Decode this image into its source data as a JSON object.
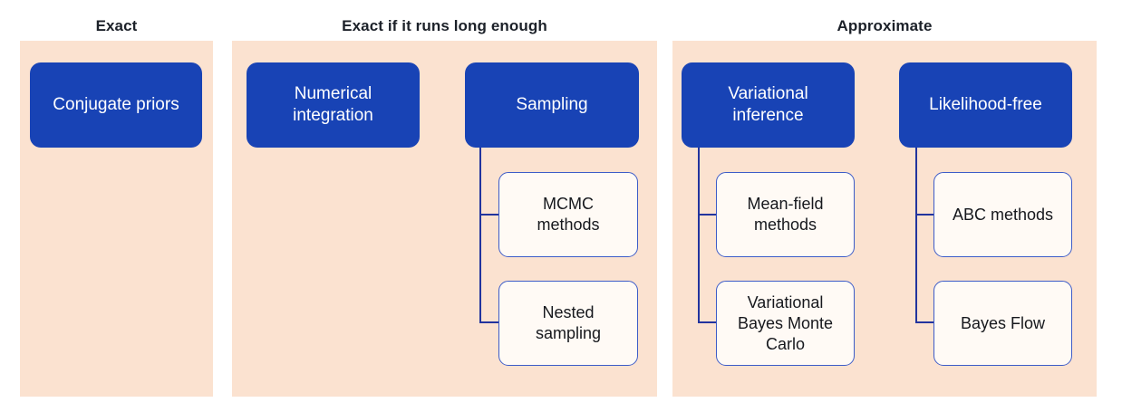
{
  "groups": [
    {
      "label": "Exact",
      "parents": [
        {
          "label": "Conjugate priors",
          "children": []
        }
      ]
    },
    {
      "label": "Exact if it runs long enough",
      "parents": [
        {
          "label": "Numerical\nintegration",
          "children": []
        },
        {
          "label": "Sampling",
          "children": [
            {
              "label": "MCMC\nmethods"
            },
            {
              "label": "Nested\nsampling"
            }
          ]
        }
      ]
    },
    {
      "label": "Approximate",
      "parents": [
        {
          "label": "Variational\ninference",
          "children": [
            {
              "label": "Mean-field\nmethods"
            },
            {
              "label": "Variational\nBayes Monte\nCarlo"
            }
          ]
        },
        {
          "label": "Likelihood-free",
          "children": [
            {
              "label": "ABC methods"
            },
            {
              "label": "Bayes Flow"
            }
          ]
        }
      ]
    }
  ],
  "colors": {
    "panel_background": "#fbe2d0",
    "parent_node_background": "#1843b5",
    "parent_node_text": "#ffffff",
    "child_node_background": "#fffaf5",
    "child_node_border": "#3d5cc8",
    "connector_line": "#22349e",
    "heading_text": "#1c2129",
    "child_node_text": "#16181d"
  }
}
